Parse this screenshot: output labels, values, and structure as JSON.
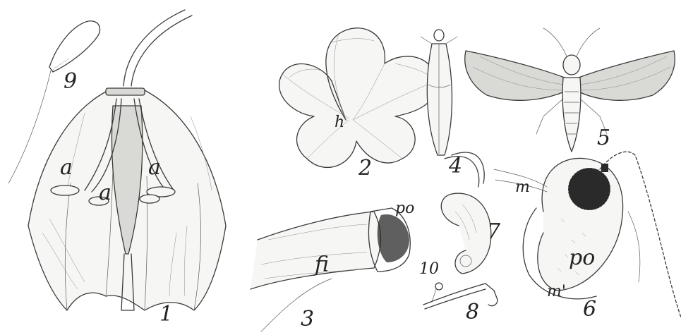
{
  "plate": {
    "figure_numbers": [
      "1",
      "2",
      "3",
      "4",
      "5",
      "6",
      "7",
      "8",
      "9",
      "10"
    ],
    "letter_labels": {
      "fig1_a_left": "a",
      "fig1_a_right": "a",
      "fig1_a_center": "a",
      "fig2_h": "h",
      "fig3_fi": "fi",
      "fig3_po": "po",
      "fig6_m": "m",
      "fig6_m_prime": "m'",
      "fig6_po": "po"
    },
    "colors": {
      "ink": "#3a3a3a",
      "paper": "#ffffff"
    }
  }
}
